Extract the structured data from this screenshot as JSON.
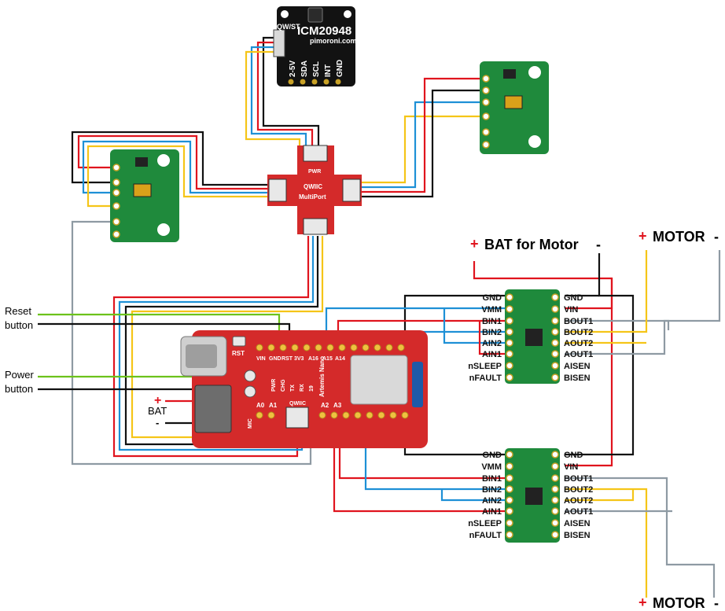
{
  "labels": {
    "reset_line1": "Reset",
    "reset_line2": "button",
    "power_line1": "Power",
    "power_line2": "button",
    "bat_label": "BAT",
    "bat_plus": "+",
    "bat_minus": "-",
    "motor_supply_plus": "+",
    "motor_supply_text": "BAT for Motor",
    "motor_supply_minus": "-",
    "motor_top_plus": "+",
    "motor_top_text": "MOTOR",
    "motor_top_minus": "-",
    "motor_bottom_plus": "+",
    "motor_bottom_text": "MOTOR",
    "motor_bottom_minus": "-"
  },
  "imu": {
    "name": "ICM20948",
    "brand": "pimoroni.com",
    "qwst": "QW/ST",
    "pins": [
      "2-5V",
      "SDA",
      "SCL",
      "INT",
      "GND"
    ]
  },
  "multiport": {
    "name": "MultiPort",
    "qwiic": "QWIIC",
    "pwr": "PWR"
  },
  "nano": {
    "name": "Artemis Nano",
    "rst": "RST",
    "top_pins": [
      "VIN",
      "GND",
      "RST",
      "3V3",
      "A16",
      "A15",
      "A14"
    ],
    "bottom_pins": [
      "A0",
      "A1",
      "A2",
      "A3"
    ],
    "silk_labels": [
      "PWR",
      "CHG",
      "TX",
      "RX",
      "19"
    ],
    "mic": "MIC",
    "qwiic": "QWIIC"
  },
  "driver_top": {
    "left_pins": [
      "GND",
      "VMM",
      "BIN1",
      "BIN2",
      "AIN2",
      "AIN1",
      "nSLEEP",
      "nFAULT"
    ],
    "right_pins": [
      "GND",
      "VIN",
      "BOUT1",
      "BOUT2",
      "AOUT2",
      "AOUT1",
      "AISEN",
      "BISEN"
    ]
  },
  "driver_bottom": {
    "left_pins": [
      "GND",
      "VMM",
      "BIN1",
      "BIN2",
      "AIN2",
      "AIN1",
      "nSLEEP",
      "nFAULT"
    ],
    "right_pins": [
      "GND",
      "VIN",
      "BOUT1",
      "BOUT2",
      "AOUT2",
      "AOUT1",
      "AISEN",
      "BISEN"
    ]
  },
  "colors": {
    "wire_black": "#111111",
    "wire_red": "#e0141e",
    "wire_blue": "#1e90d6",
    "wire_yellow": "#f5c518",
    "wire_gray": "#8e9aa3",
    "wire_green": "#6cc21b",
    "board_green": "#1f8a3c",
    "board_red": "#d42a2a",
    "board_black": "#121212"
  }
}
